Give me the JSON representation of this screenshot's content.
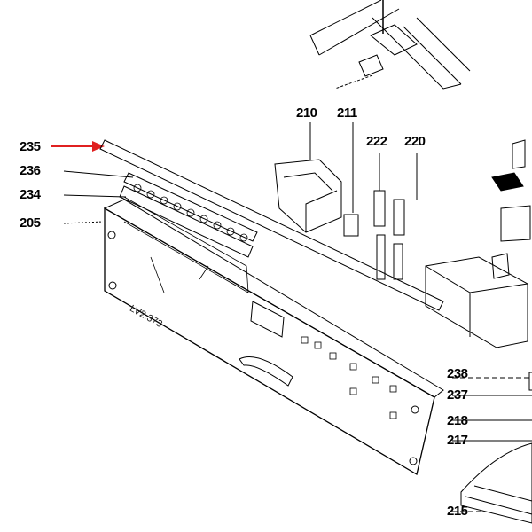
{
  "diagram": {
    "callouts": {
      "c235": "235",
      "c236": "236",
      "c234": "234",
      "c205": "205",
      "c210": "210",
      "c211": "211",
      "c222": "222",
      "c220": "220",
      "c238": "238",
      "c237": "237",
      "c218": "218",
      "c217": "217",
      "c215": "215"
    },
    "panel_marking": "LV2.373",
    "colors": {
      "highlight_arrow": "#e02020",
      "lines": "#000000"
    }
  }
}
